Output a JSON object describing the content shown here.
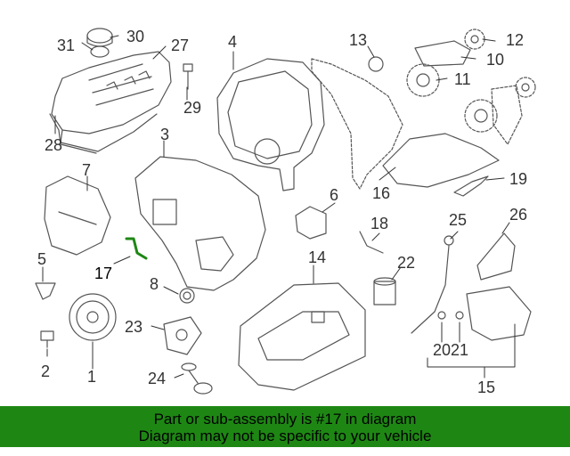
{
  "callouts": [
    "31",
    "30",
    "27",
    "4",
    "13",
    "12",
    "10",
    "11",
    "28",
    "29",
    "3",
    "7",
    "6",
    "16",
    "19",
    "18",
    "25",
    "26",
    "5",
    "17",
    "14",
    "22",
    "8",
    "23",
    "2",
    "1",
    "24",
    "20",
    "21",
    "15"
  ],
  "banner": {
    "line1": "Part or sub-assembly is #17 in diagram",
    "line2": "Diagram may not be specific to your vehicle",
    "color": "#1e8714"
  },
  "highlight_part": "17"
}
